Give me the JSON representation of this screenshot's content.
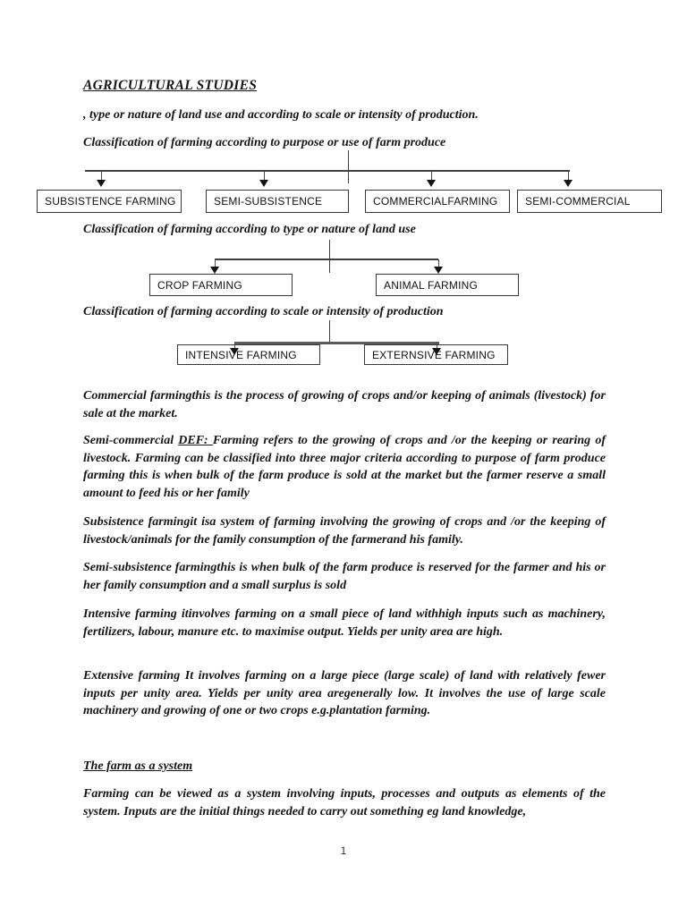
{
  "page": {
    "title": "AGRICULTURAL STUDIES",
    "page_number": "1"
  },
  "intro": ", type or nature of land use and according to scale or intensity of production.",
  "flowcharts": [
    {
      "heading": "Classification of farming according to purpose or use of farm produce",
      "boxes": [
        "SUBSISTENCE FARMING",
        "SEMI-SUBSISTENCE",
        "COMMERCIALFARMING",
        "SEMI-COMMERCIAL"
      ]
    },
    {
      "heading": "Classification of farming according to type or nature of land use",
      "boxes": [
        "CROP FARMING",
        "ANIMAL FARMING"
      ]
    },
    {
      "heading": "Classification of farming according to scale or intensity of production",
      "boxes": [
        "INTENSIVE FARMING",
        "EXTERNSIVE FARMING"
      ]
    }
  ],
  "definitions": [
    {
      "text": "Commercial farmingthis is the process of growing of crops and/or keeping of animals (livestock) for sale at the market."
    },
    {
      "pre": "Semi-commercial ",
      "underlined": "DEF: ",
      "post": "Farming refers to the growing of crops and /or the keeping or rearing of livestock. Farming can be classified into three major criteria according to purpose of farm produce farming this is when bulk of the farm produce is sold at the market but the farmer reserve a small amount to feed his or her family"
    },
    {
      "text": "Subsistence farmingit isa system of farming involving the growing of crops and /or the keeping of livestock/animals for the family consumption of the farmerand his family."
    },
    {
      "text": "Semi-subsistence farmingthis is when bulk of the farm produce is reserved for the farmer and his or her family consumption and a small surplus is sold"
    },
    {
      "text": "Intensive farming itinvolves farming on a small piece of land withhigh inputs such as machinery, fertilizers, labour, manure etc. to maximise output. Yields per unity area are high."
    },
    {
      "text": "Extensive farming It involves farming on a large piece (large scale) of land with relatively fewer inputs per unity area. Yields per unity area aregenerally low. It involves the use of large scale machinery and growing of one or two crops e.g.plantation farming."
    }
  ],
  "farm_system": {
    "heading": "The farm as a system",
    "text": "Farming can be viewed as a system involving inputs, processes and outputs as elements of the system. Inputs are the initial things needed to carry out something eg land knowledge,"
  },
  "colors": {
    "text": "#151515",
    "box_border": "#383838",
    "connector": "#3f3f3f",
    "thick_connector": "#5a5a5a",
    "background": "#ffffff"
  }
}
